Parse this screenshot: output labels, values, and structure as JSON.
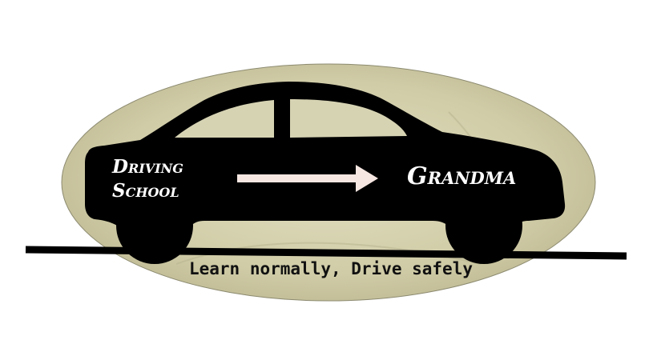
{
  "logo": {
    "left_label_line1": "Driving",
    "left_label_line2": "School",
    "right_label": "Grandma",
    "tagline": "Learn normally, Drive safely"
  },
  "colors": {
    "ellipse_fill": "#d3d0ae",
    "car_fill": "#000000",
    "arrow": "#f6e7e2",
    "text_light": "#ffffff",
    "road": "#000000"
  },
  "icons": {
    "car": "car-silhouette-icon",
    "arrow": "arrow-right-icon"
  }
}
